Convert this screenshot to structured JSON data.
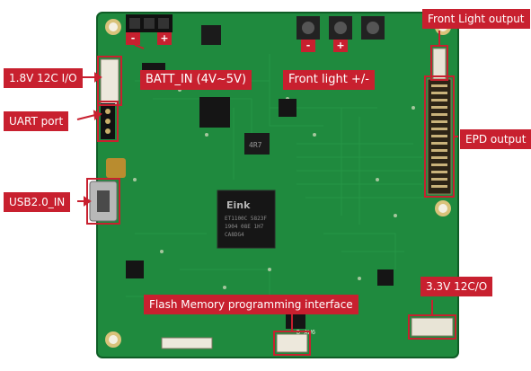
{
  "labels": {
    "front_light_output": "Front Light output",
    "i2c_1v8": "1.8V 12C I/O",
    "batt_in": "BATT_IN (4V~5V)",
    "front_light_pm": "Front light +/-",
    "uart": "UART port",
    "epd_output": "EPD output",
    "usb": "USB2.0_IN",
    "i2c_3v3": "3.3V 12C/O",
    "flash": "Flash Memory programming interface"
  },
  "pads": {
    "batt_minus": "-",
    "batt_plus": "+",
    "fl_minus": "-",
    "fl_plus": "+"
  },
  "chip": {
    "brand": "Eink",
    "line1": "ET1100C 5823F",
    "line2": "1904 08E 1H7",
    "line3": "CA8DG4"
  },
  "small_chip_text": "4R7",
  "silk_text": "D-AW6",
  "colors": {
    "board": "#1f8a3e",
    "label": "#c8202f"
  }
}
